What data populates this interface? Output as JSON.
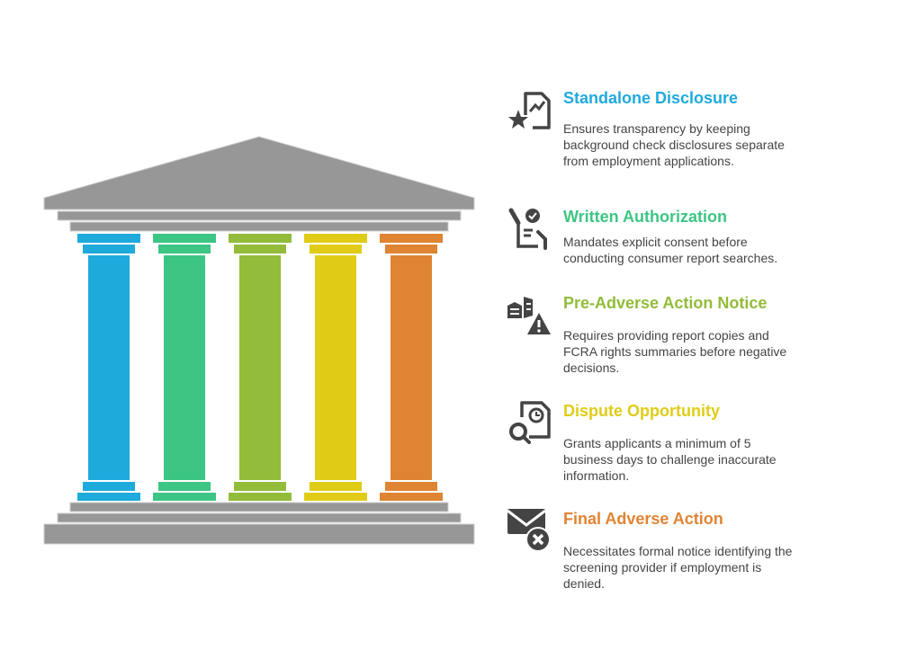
{
  "colors": {
    "roof": "#979797",
    "pillars": [
      "#1FAADC",
      "#3DC584",
      "#92BC3A",
      "#E0CC17",
      "#DF8432"
    ],
    "icon": "#444444"
  },
  "items": [
    {
      "title": "Standalone Disclosure",
      "desc": "Ensures transparency by keeping background check disclosures separate from employment applications.",
      "icon": "document-chart-star-icon",
      "color": "#1FAADC"
    },
    {
      "title": "Written Authorization",
      "desc": "Mandates explicit consent before conducting consumer report searches.",
      "icon": "signed-document-check-icon",
      "color": "#3DC584"
    },
    {
      "title": "Pre-Adverse Action Notice",
      "desc": "Requires providing report copies and FCRA rights summaries before negative decisions.",
      "icon": "buildings-warning-icon",
      "color": "#92BC3A"
    },
    {
      "title": "Dispute Opportunity",
      "desc": "Grants applicants a minimum of 5 business days to challenge inaccurate information.",
      "icon": "document-search-clock-icon",
      "color": "#E0CC17"
    },
    {
      "title": "Final Adverse Action",
      "desc": "Necessitates formal notice identifying the screening provider if employment is denied.",
      "icon": "envelope-cancel-icon",
      "color": "#DF8432"
    }
  ]
}
